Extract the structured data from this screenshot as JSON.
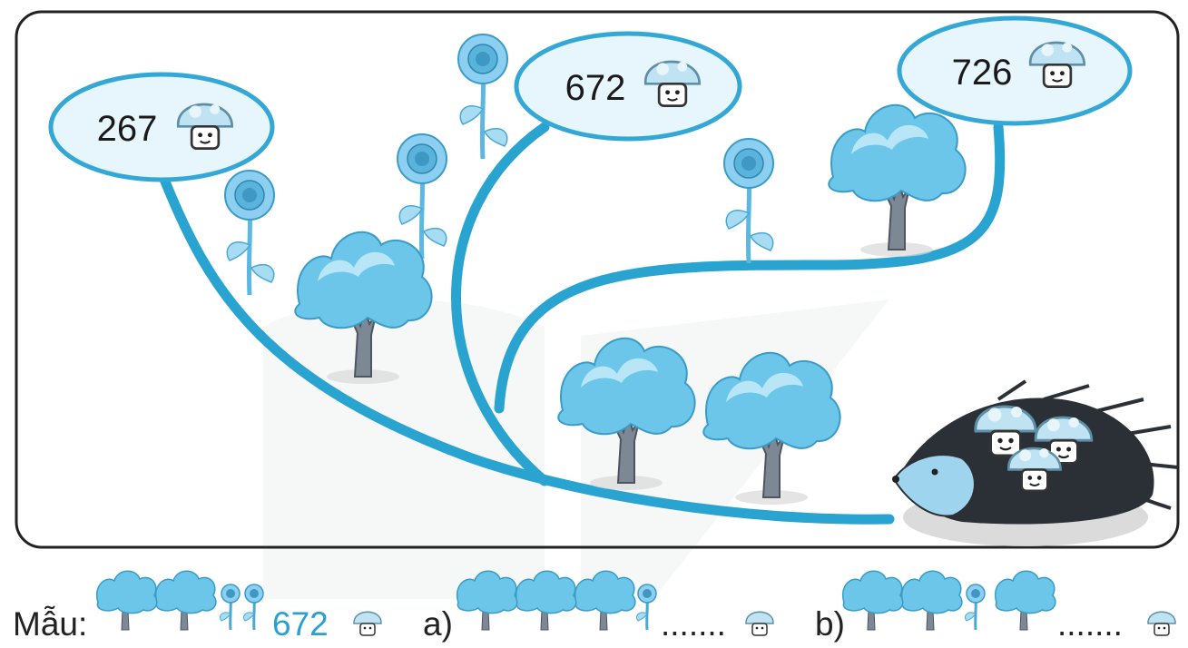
{
  "colors": {
    "path": "#29a3cf",
    "bubble_fill": "#e6f6fc",
    "bubble_stroke": "#33a8d6",
    "tree_crown": "#6cc6ea",
    "tree_crown_light": "#b9e6f6",
    "trunk": "#7c8894",
    "frame": "#222222",
    "hedgehog_spines": "#2b2f36",
    "hedgehog_body": "#9fd4ee",
    "numeral_blue": "#2a9fd0"
  },
  "bubbles": [
    {
      "number": "267",
      "icon": "mushroom-icon"
    },
    {
      "number": "672",
      "icon": "mushroom-icon"
    },
    {
      "number": "726",
      "icon": "mushroom-icon"
    }
  ],
  "legend": {
    "sample_label": "Mẫu:",
    "sample_number": "672",
    "a_label": "a)",
    "a_dots": ".......",
    "b_label": "b)",
    "b_dots": "......."
  }
}
